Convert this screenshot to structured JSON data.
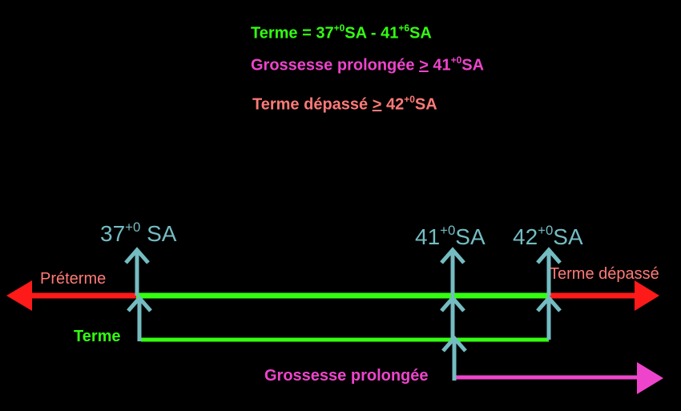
{
  "definitions": {
    "terme": {
      "prefix": "Terme = 37",
      "sup1": "+0",
      "mid": "SA - 41",
      "sup2": "+6",
      "suffix": "SA"
    },
    "prolongee": {
      "prefix": "Grossesse prolongée ",
      "ge": ">",
      "num": " 41",
      "sup": "+0",
      "suffix": "SA"
    },
    "depasse": {
      "prefix": "Terme dépassé ",
      "ge": ">",
      "num": " 42",
      "sup": "+0",
      "suffix": "SA"
    }
  },
  "ticks": [
    {
      "num": "37",
      "sup": "+0",
      "unit": " SA"
    },
    {
      "num": "41",
      "sup": "+0",
      "unit": "SA"
    },
    {
      "num": "42",
      "sup": "+0",
      "unit": "SA"
    }
  ],
  "labels": {
    "preterme": "Préterme",
    "terme_depasse": "Terme dépassé",
    "terme": "Terme",
    "grossesse_prolongee": "Grossesse prolongée"
  },
  "colors": {
    "green": "#33ff11",
    "pink": "#ee44cc",
    "salmon": "#ff7a78",
    "teal": "#74bcc2",
    "red": "#ff1a1a"
  }
}
